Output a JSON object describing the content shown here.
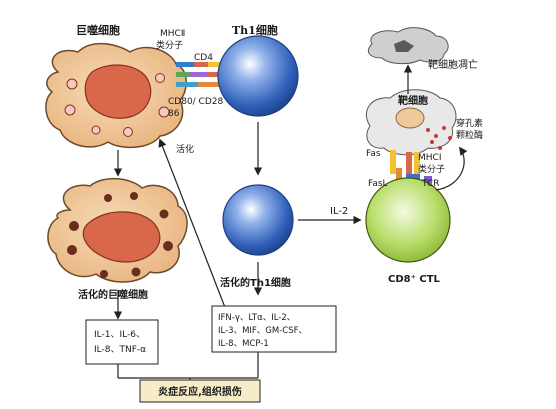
{
  "labels": {
    "macrophage": "巨噬细胞",
    "th1": "Th1细胞",
    "mhc2_line1": "MHCⅡ",
    "mhc2_line2": "类分子",
    "cd4": "CD4",
    "cd80": "CD80/ CD28",
    "num86": "86",
    "activation": "活化",
    "activated_macrophage": "活化的巨噬细胞",
    "activated_th1": "活化的Th1细胞",
    "il2": "IL-2",
    "target_cell": "靶细胞",
    "target_death": "靶细胞凋亡",
    "perforin_line1": "穿孔素",
    "perforin_line2": "颗粒酶",
    "fas": "Fas",
    "fasl": "FasL",
    "mhc1_line1": "MHCⅠ",
    "mhc1_line2": "类分子",
    "tcr": "TCR",
    "ctl": "CD8⁺ CTL"
  },
  "boxes": {
    "macro_cytokines": [
      "IL-1、IL-6、",
      "IL-8、TNF-α"
    ],
    "th1_cytokines": [
      "IFN-γ、LTα、IL-2、",
      "IL-3、MIF、GM-CSF、",
      "IL-8、MCP-1"
    ],
    "outcome": "炎症反应,组织损伤"
  },
  "colors": {
    "macrophage_fill": "#f0c99a",
    "nucleus": "#d9674a",
    "th1_blue": "#2f5fb8",
    "ctl_green": "#9ccc3c",
    "outcome_fill": "#f7ecc8",
    "target_gray": "#d7d7d7"
  }
}
